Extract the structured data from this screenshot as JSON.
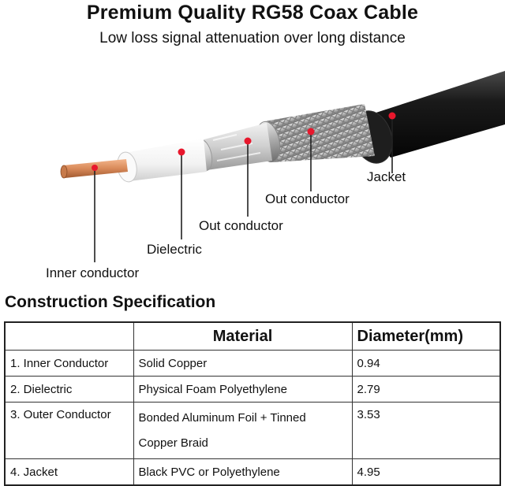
{
  "header": {
    "title": "Premium Quality RG58 Coax Cable",
    "subtitle": "Low loss signal attenuation over long distance"
  },
  "diagram": {
    "labels": {
      "jacket": "Jacket",
      "out_conductor_braid": "Out conductor",
      "out_conductor_foil": "Out conductor",
      "dielectric": "Dielectric",
      "inner_conductor": "Inner conductor"
    },
    "colors": {
      "marker": "#e8172c",
      "jacket": "#111111",
      "braid": "#b9b9b9",
      "foil": "#d8d8d8",
      "dielectric": "#f4f4f4",
      "copper": "#d98a5a"
    }
  },
  "spec": {
    "heading": "Construction Specification",
    "columns": [
      "",
      "Material",
      "Diameter(mm)"
    ],
    "rows": [
      {
        "part": "1. Inner Conductor",
        "material": "Solid Copper",
        "diameter": "0.94"
      },
      {
        "part": "2. Dielectric",
        "material": "Physical Foam Polyethylene",
        "diameter": "2.79"
      },
      {
        "part": "3. Outer Conductor",
        "material_line1": "Bonded Aluminum Foil + Tinned",
        "material_line2": "Copper Braid",
        "diameter": "3.53"
      },
      {
        "part": "4. Jacket",
        "material": "Black PVC or Polyethylene",
        "diameter": "4.95"
      }
    ]
  }
}
